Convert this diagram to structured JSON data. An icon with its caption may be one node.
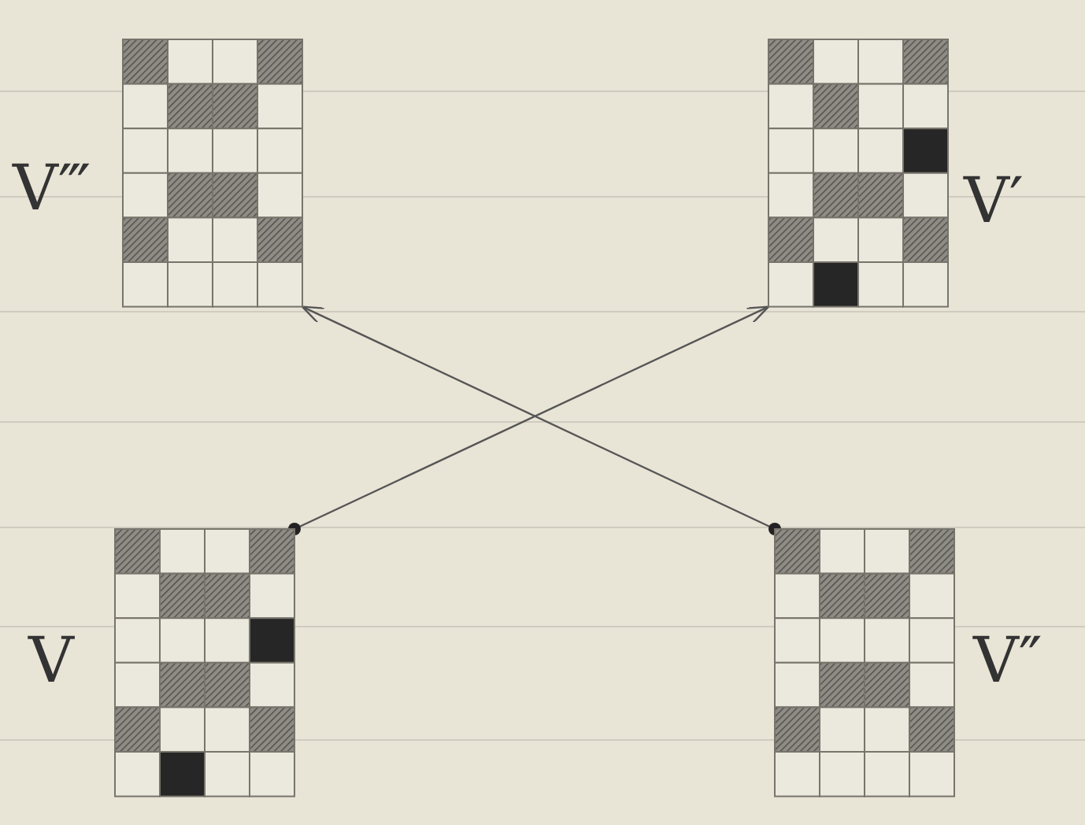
{
  "diagram": {
    "nodes": [
      {
        "text": [
          "V‴"
        ]
      },
      {
        "text": [
          "V′"
        ]
      },
      {
        "text": [
          "V"
        ]
      },
      {
        "text": [
          "V″"
        ]
      }
    ],
    "edges": [
      {
        "from": 2,
        "to": 1,
        "arrow": "to"
      },
      {
        "from": 3,
        "to": 0,
        "arrow": "to"
      }
    ]
  }
}
